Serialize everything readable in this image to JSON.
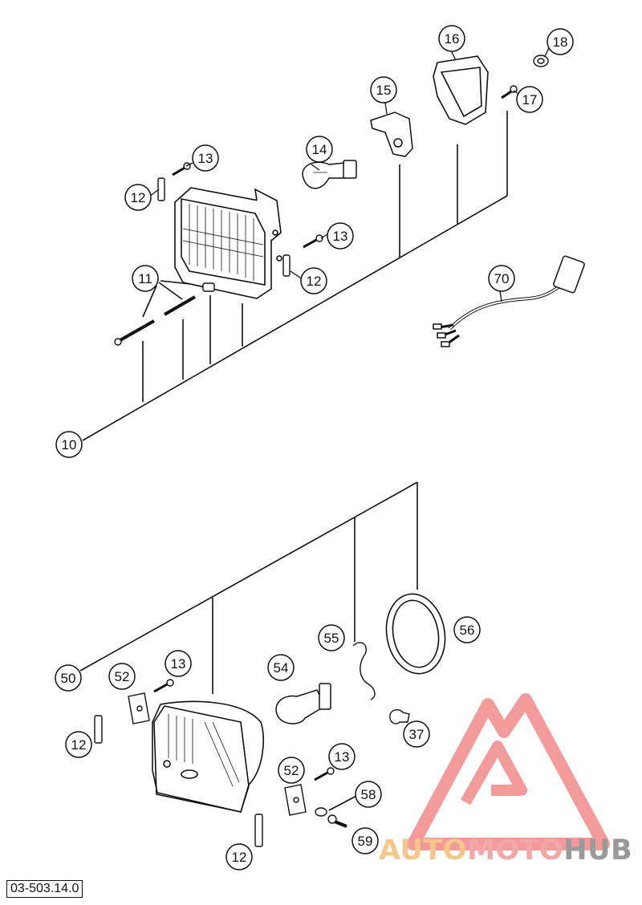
{
  "colors": {
    "ink": "#111111",
    "watermark_triangle": "#f39a9a",
    "watermark_text_1": "#f5c78a",
    "watermark_text_2": "#f3a8a8",
    "watermark_text_3": "#9a9a9a"
  },
  "drawing_number": "03-503.14.0",
  "watermark": {
    "part1": "AUTO",
    "part2": "MOTO",
    "part3": "HUB"
  },
  "callouts": [
    {
      "id": "c10",
      "label": "10"
    },
    {
      "id": "c11",
      "label": "11"
    },
    {
      "id": "c12a",
      "label": "12"
    },
    {
      "id": "c12b",
      "label": "12"
    },
    {
      "id": "c13a",
      "label": "13"
    },
    {
      "id": "c13b",
      "label": "13"
    },
    {
      "id": "c14",
      "label": "14"
    },
    {
      "id": "c15",
      "label": "15"
    },
    {
      "id": "c16",
      "label": "16"
    },
    {
      "id": "c17",
      "label": "17"
    },
    {
      "id": "c18",
      "label": "18"
    },
    {
      "id": "c70",
      "label": "70"
    },
    {
      "id": "c50",
      "label": "50"
    },
    {
      "id": "c52a",
      "label": "52"
    },
    {
      "id": "c52b",
      "label": "52"
    },
    {
      "id": "c13c",
      "label": "13"
    },
    {
      "id": "c13d",
      "label": "13"
    },
    {
      "id": "c12c",
      "label": "12"
    },
    {
      "id": "c12d",
      "label": "12"
    },
    {
      "id": "c54",
      "label": "54"
    },
    {
      "id": "c55",
      "label": "55"
    },
    {
      "id": "c56",
      "label": "56"
    },
    {
      "id": "c37",
      "label": "37"
    },
    {
      "id": "c58",
      "label": "58"
    },
    {
      "id": "c59",
      "label": "59"
    }
  ]
}
